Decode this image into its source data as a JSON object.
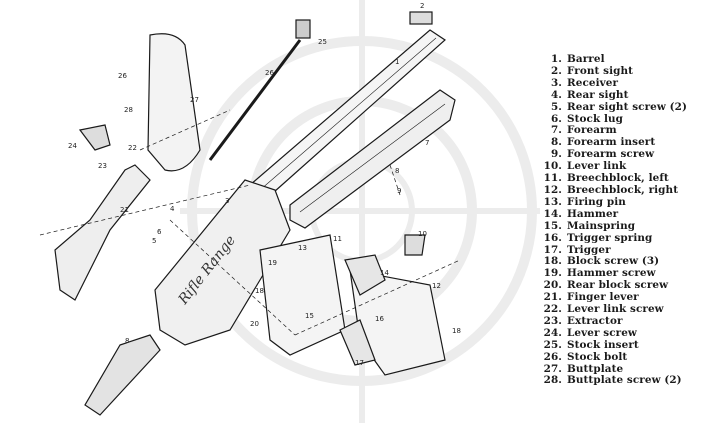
{
  "parts": [
    {
      "num": "1.",
      "name": "Barrel"
    },
    {
      "num": "2.",
      "name": "Front sight"
    },
    {
      "num": "3.",
      "name": "Receiver"
    },
    {
      "num": "4.",
      "name": "Rear sight"
    },
    {
      "num": "5.",
      "name": "Rear sight screw (2)"
    },
    {
      "num": "6.",
      "name": "Stock lug"
    },
    {
      "num": "7.",
      "name": "Forearm"
    },
    {
      "num": "8.",
      "name": "Forearm insert"
    },
    {
      "num": "9.",
      "name": "Forearm screw"
    },
    {
      "num": "10.",
      "name": "Lever link"
    },
    {
      "num": "11.",
      "name": "Breechblock, left"
    },
    {
      "num": "12.",
      "name": "Breechblock, right"
    },
    {
      "num": "13.",
      "name": "Firing pin"
    },
    {
      "num": "14.",
      "name": "Hammer"
    },
    {
      "num": "15.",
      "name": "Mainspring"
    },
    {
      "num": "16.",
      "name": "Trigger spring"
    },
    {
      "num": "17.",
      "name": "Trigger"
    },
    {
      "num": "18.",
      "name": "Block screw (3)"
    },
    {
      "num": "19.",
      "name": "Hammer screw"
    },
    {
      "num": "20.",
      "name": "Rear block screw"
    },
    {
      "num": "21.",
      "name": "Finger lever"
    },
    {
      "num": "22.",
      "name": "Lever link screw"
    },
    {
      "num": "23.",
      "name": "Extractor"
    },
    {
      "num": "24.",
      "name": "Lever screw"
    },
    {
      "num": "25.",
      "name": "Stock insert"
    },
    {
      "num": "26.",
      "name": "Stock bolt"
    },
    {
      "num": "27.",
      "name": "Buttplate"
    },
    {
      "num": "28.",
      "name": "Buttplate screw (2)"
    }
  ],
  "callouts": [
    "2",
    "1",
    "25",
    "26",
    "27",
    "26",
    "28",
    "24",
    "22",
    "23",
    "21",
    "3",
    "7",
    "8",
    "9",
    "4",
    "5",
    "6",
    "10",
    "11",
    "13",
    "19",
    "14",
    "18",
    "12",
    "15",
    "16",
    "20",
    "17",
    "18",
    "8"
  ],
  "receiver_engraving": "Rifle Range",
  "colors": {
    "ink": "#1a1a1a",
    "watermark": "#e6e6e6"
  }
}
